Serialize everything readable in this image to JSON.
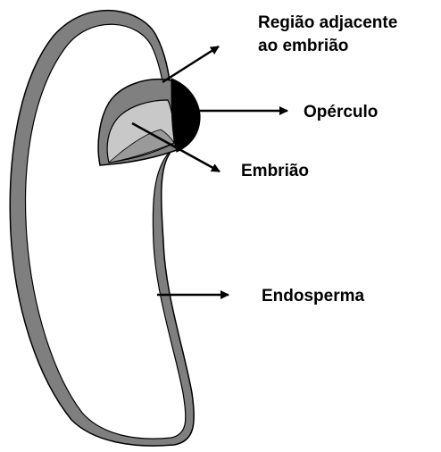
{
  "labels": {
    "regiao_line1": "Região adjacente",
    "regiao_line2": "ao embrião",
    "operculo": "Opérculo",
    "embriao": "Embrião",
    "endosperma": "Endosperma"
  },
  "colors": {
    "seed_coat": "#7f7f7f",
    "adjacent_region": "#808080",
    "embryo": "#c8c8c8",
    "operculum": "#000000",
    "endosperm": "#ffffff",
    "outline": "#000000"
  }
}
